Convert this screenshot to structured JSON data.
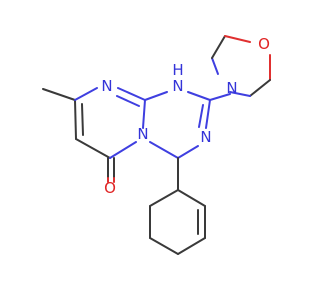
{
  "atoms": {
    "n_amine": "N",
    "h_amine": "H",
    "n_pyrimidine_top": "N",
    "n_bridge": "N",
    "n_ring_lower": "N",
    "n_morpholine": "N",
    "o_morpholine": "O",
    "o_carbonyl": "O"
  },
  "colors": {
    "carbon_bond": "#3a3a3a",
    "nitrogen": "#3434d8",
    "oxygen": "#e02424",
    "background": "#ffffff"
  }
}
